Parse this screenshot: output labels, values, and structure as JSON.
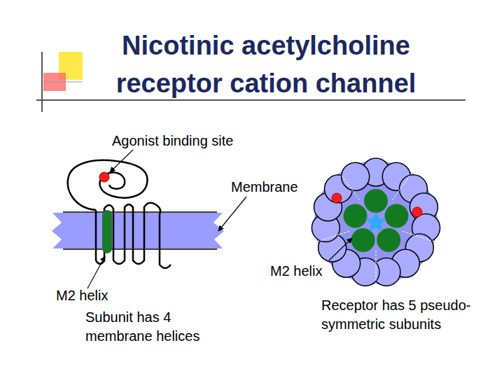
{
  "diagram": {
    "title": "Nicotinic acetylcholine receptor cation channel",
    "labels": [
      "Agonist binding site",
      "Membrane",
      "M2 helix",
      "Subunit has 4 membrane helices",
      "M2 helix",
      "Receptor has 5 pseudo-symmetric subunits"
    ]
  }
}
